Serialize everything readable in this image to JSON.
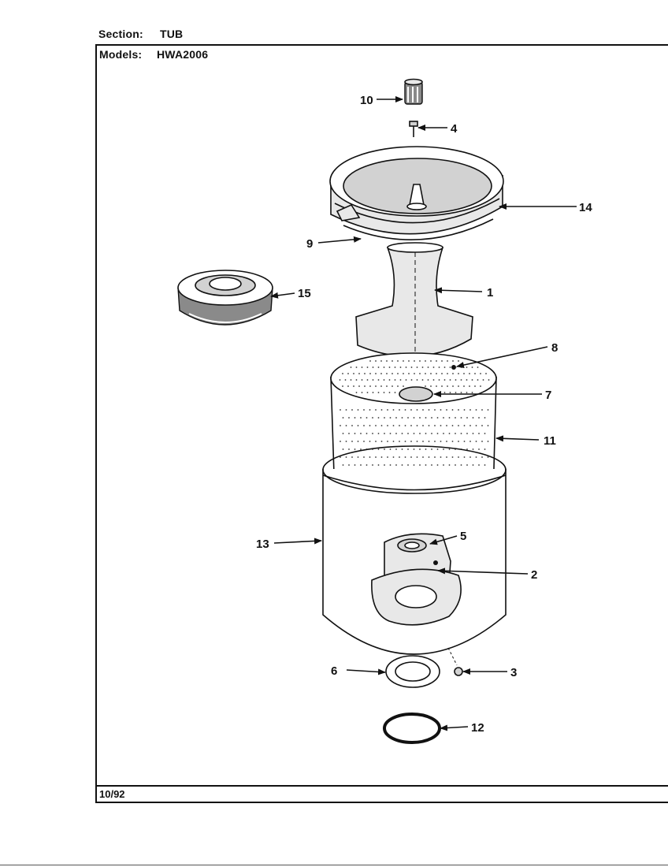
{
  "header": {
    "section_label": "Section:",
    "section_value": "TUB",
    "models_label": "Models:",
    "models_value": "HWA2006"
  },
  "footer": {
    "date": "10/92"
  },
  "callouts": [
    "10",
    "4",
    "14",
    "9",
    "15",
    "1",
    "8",
    "7",
    "11",
    "13",
    "5",
    "2",
    "6",
    "3",
    "12"
  ]
}
